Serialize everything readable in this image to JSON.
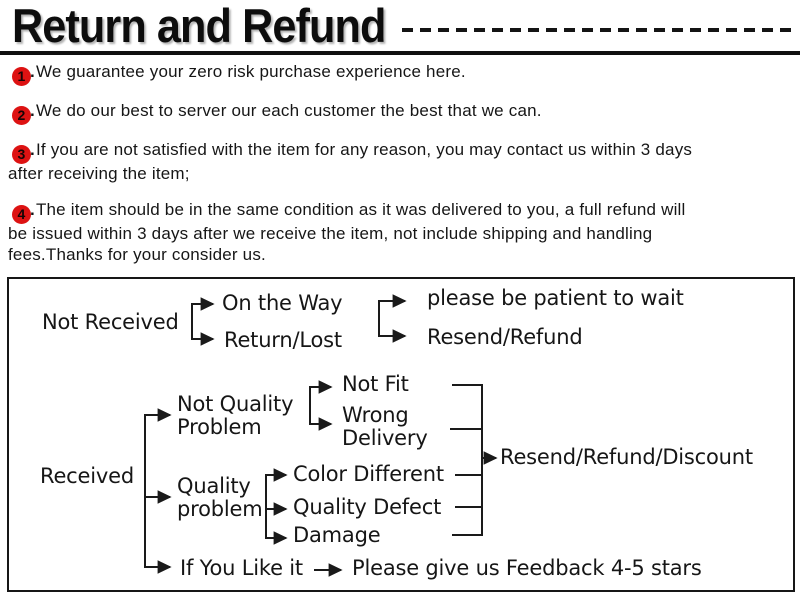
{
  "title": {
    "text": "Return and Refund"
  },
  "points": [
    {
      "num": "1",
      "dot": ".",
      "lines": [
        "We guarantee your zero risk purchase experience here."
      ]
    },
    {
      "num": "2",
      "dot": ".",
      "lines": [
        "We do our best to server our each customer the best that we can."
      ]
    },
    {
      "num": "3",
      "dot": ".",
      "lines": [
        "If you are not satisfied with the item for any reason, you may contact us within 3 days",
        "after receiving the item;"
      ]
    },
    {
      "num": "4",
      "dot": ".",
      "lines": [
        "The item should be in the same condition as it was delivered to you, a full refund will",
        "be issued within 3 days after we receive the item, not include shipping and handling",
        "fees.Thanks for your consider us."
      ]
    }
  ],
  "flowchart": {
    "not_received": "Not Received",
    "on_the_way": "On the Way",
    "return_lost": "Return/Lost",
    "be_patient": "please be patient to wait",
    "resend_refund": "Resend/Refund",
    "received": "Received",
    "not_quality_problem": "Not Quality\nProblem",
    "not_fit": "Not Fit",
    "wrong_delivery": "Wrong\nDelivery",
    "quality_problem": "Quality\nproblem",
    "color_different": "Color Different",
    "quality_defect": "Quality Defect",
    "damage": "Damage",
    "resend_refund_discount": "Resend/Refund/Discount",
    "if_you_like_it": "If You Like it",
    "feedback": "Please give us Feedback 4-5 stars"
  },
  "colors": {
    "badge_red": "#dd1212",
    "ink": "#161616"
  }
}
